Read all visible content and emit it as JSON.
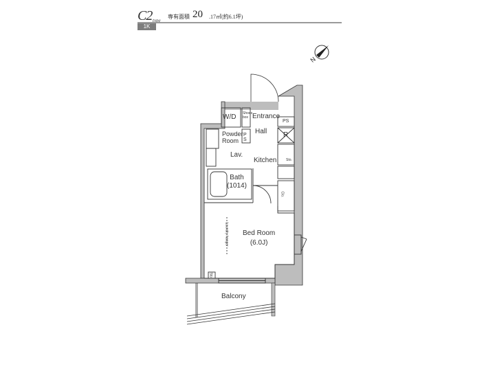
{
  "header": {
    "type_code": "C2",
    "type_suffix": "type",
    "area_label": "専有面積",
    "area_value": "20",
    "area_unit": ".17㎡(約6.1坪)",
    "layout_badge": "1K"
  },
  "compass": {
    "direction_label": "N"
  },
  "rooms": {
    "wd": "W/D",
    "shoe_box": "Shoes box",
    "entrance": "Entrance",
    "hall": "Hall",
    "ps_top": "PS",
    "ps_mid": "P S",
    "powder_room_line1": "Powder",
    "powder_room_line2": "Room",
    "lav": "Lav.",
    "kitchen": "Kitchen",
    "refrigerator": "R",
    "sto": "Sto.",
    "bath_line1": "Bath",
    "bath_line2": "(1014)",
    "closet": "Clo.",
    "laundry_hanger": "Laundry hanger",
    "bedroom_line1": "Bed Room",
    "bedroom_line2": "(6.0J)",
    "balcony": "Balcony",
    "sto_small": "Sto."
  },
  "colors": {
    "wall": "#bdbdbd",
    "line": "#333333",
    "badge": "#7d7d7d"
  }
}
